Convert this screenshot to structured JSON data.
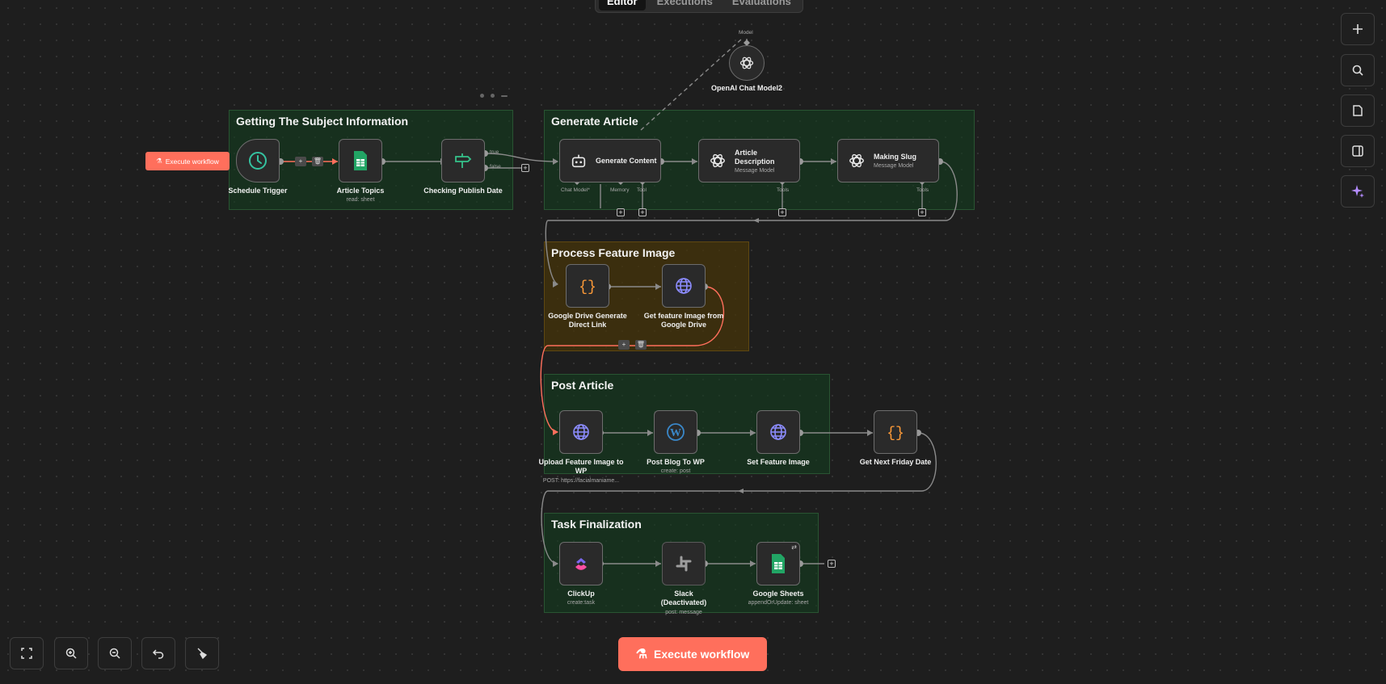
{
  "tabs": [
    {
      "label": "Editor",
      "active": true
    },
    {
      "label": "Executions",
      "active": false
    },
    {
      "label": "Evaluations",
      "active": false
    }
  ],
  "groups": {
    "subject": "Getting The Subject Information",
    "generate": "Generate Article",
    "feature": "Process Feature Image",
    "post": "Post Article",
    "final": "Task Finalization"
  },
  "nodes": {
    "schedule": {
      "label": "Schedule Trigger",
      "icon": "clock-icon"
    },
    "topics": {
      "label": "Article Topics",
      "sub": "read: sheet",
      "icon": "google-sheets-icon"
    },
    "checking": {
      "label": "Checking Publish Date",
      "icon": "if-signpost-icon"
    },
    "generate_content": {
      "title": "Generate Content",
      "icon": "ai-agent-robot-icon"
    },
    "article_desc": {
      "title": "Article Description",
      "sub": "Message Model",
      "icon": "openai-icon"
    },
    "making_slug": {
      "title": "Making Slug",
      "sub": "Message Model",
      "icon": "openai-icon"
    },
    "openai_model": {
      "label": "OpenAI Chat Model2",
      "port": "Model",
      "icon": "openai-icon"
    },
    "gdrive_link": {
      "label": "Google Drive Generate Direct Link",
      "icon": "code-braces-icon"
    },
    "get_feature": {
      "label": "Get feature Image from Google Drive",
      "icon": "globe-icon"
    },
    "upload_feature": {
      "label": "Upload Feature Image to WP",
      "sub": "POST: https://facialmaniame...",
      "icon": "globe-icon"
    },
    "post_blog": {
      "label": "Post Blog To WP",
      "sub": "create: post",
      "icon": "wordpress-icon"
    },
    "set_feature": {
      "label": "Set Feature Image",
      "icon": "globe-icon"
    },
    "next_friday": {
      "label": "Get Next Friday Date",
      "icon": "code-braces-icon"
    },
    "clickup": {
      "label": "ClickUp",
      "sub": "create:task",
      "icon": "clickup-icon"
    },
    "slack": {
      "label": "Slack (Deactivated)",
      "sub": "post: message",
      "icon": "slack-icon"
    },
    "gsheets": {
      "label": "Google Sheets",
      "sub": "appendOrUpdate: sheet",
      "icon": "google-sheets-icon"
    }
  },
  "ports": {
    "true": "true",
    "false": "false",
    "chat_model": "Chat Model*",
    "memory": "Memory",
    "tool": "Tool",
    "tools": "Tools"
  },
  "buttons": {
    "execute_small": "Execute workflow",
    "execute_main": "Execute workflow"
  },
  "colors": {
    "accent": "#ff6f5c",
    "group_green": "#143c1e",
    "group_orange": "#46340a",
    "edge": "#8a8a8a",
    "edge_active": "#ff6f5c"
  }
}
